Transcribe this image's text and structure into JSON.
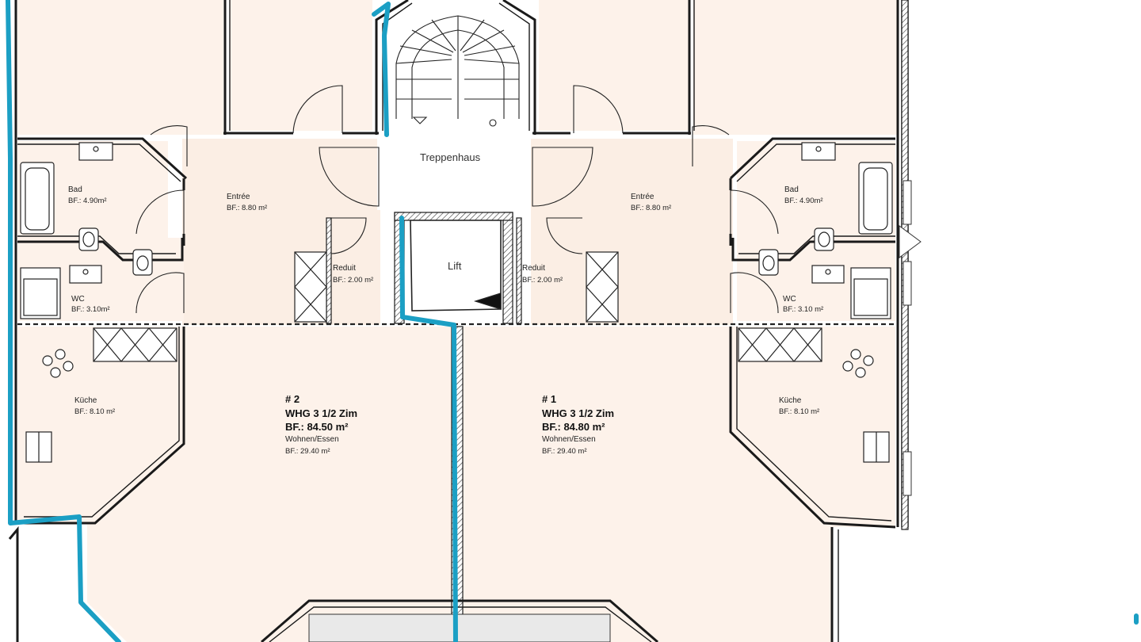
{
  "rooms": {
    "treppenhaus": "Treppenhaus",
    "lift": "Lift",
    "left": {
      "bad_name": "Bad",
      "bad_area": "BF.: 4.90m²",
      "entree_name": "Entrée",
      "entree_area": "BF.: 8.80 m²",
      "reduit_name": "Reduit",
      "reduit_area": "BF.: 2.00 m²",
      "wc_name": "WC",
      "wc_area": "BF.: 3.10m²",
      "kueche_name": "Küche",
      "kueche_area": "BF.: 8.10 m²"
    },
    "right": {
      "bad_name": "Bad",
      "bad_area": "BF.: 4.90m²",
      "entree_name": "Entrée",
      "entree_area": "BF.: 8.80 m²",
      "reduit_name": "Reduit",
      "reduit_area": "BF.: 2.00 m²",
      "wc_name": "WC",
      "wc_area": "BF.: 3.10 m²",
      "kueche_name": "Küche",
      "kueche_area": "BF.: 8.10 m²"
    }
  },
  "units": [
    {
      "number": "# 2",
      "type": "WHG 3 1/2 Zim",
      "area": "BF.: 84.50 m²",
      "living_name": "Wohnen/Essen",
      "living_area": "BF.: 29.40 m²"
    },
    {
      "number": "# 1",
      "type": "WHG 3 1/2 Zim",
      "area": "BF.: 84.80 m²",
      "living_name": "Wohnen/Essen",
      "living_area": "BF.: 29.40 m²"
    }
  ],
  "colors": {
    "floor": "#fdf2ea",
    "walls": "#1a1a1a",
    "boundary": "#1b9fc4"
  }
}
